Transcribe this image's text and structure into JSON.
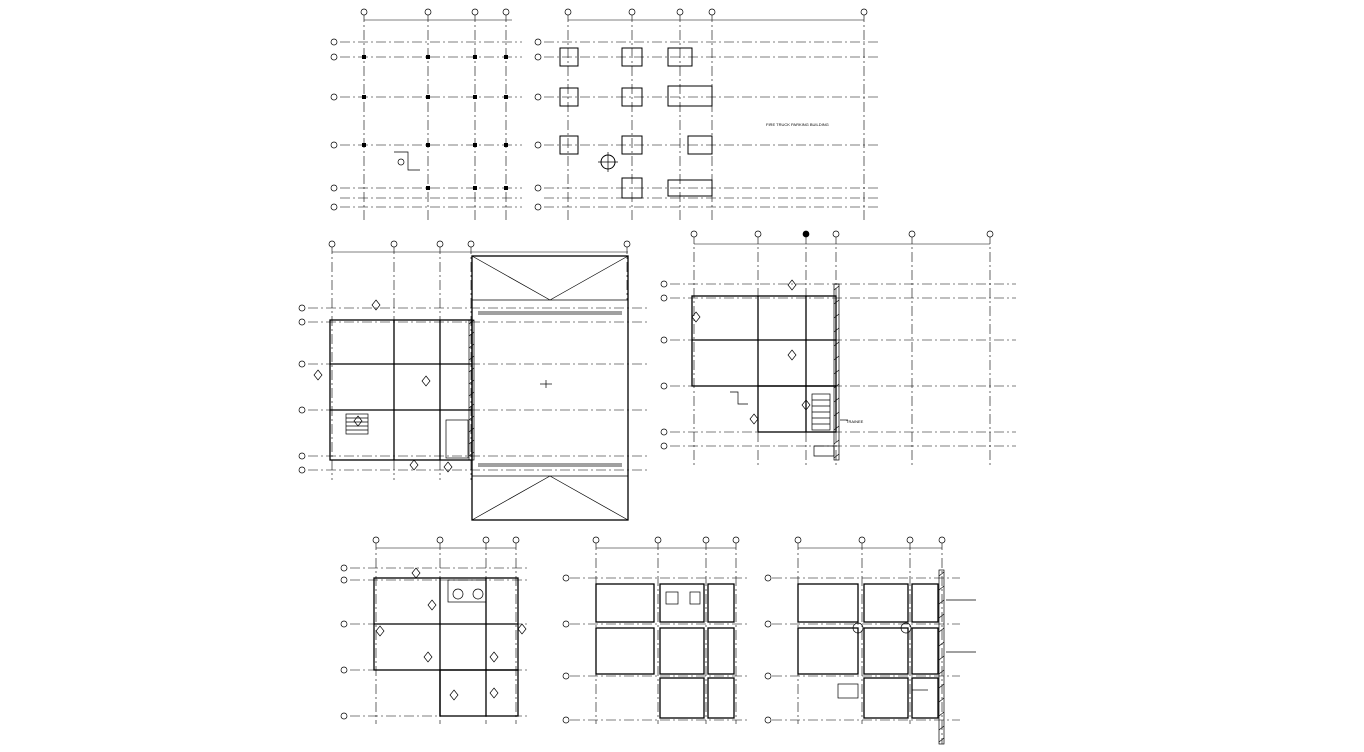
{
  "sheet": {
    "background": "#ffffff",
    "line_color": "#000000",
    "drawings": [
      "foundation-plan",
      "column-footing-plan",
      "ground-floor-plan",
      "first-floor-plan",
      "second-floor-plan",
      "ceiling-plan",
      "beam-plan"
    ]
  },
  "labels": {
    "truck_parking_note": "FIRE TRUCK PARKING BUILDING",
    "ramp_tag": "TRAINEE"
  }
}
